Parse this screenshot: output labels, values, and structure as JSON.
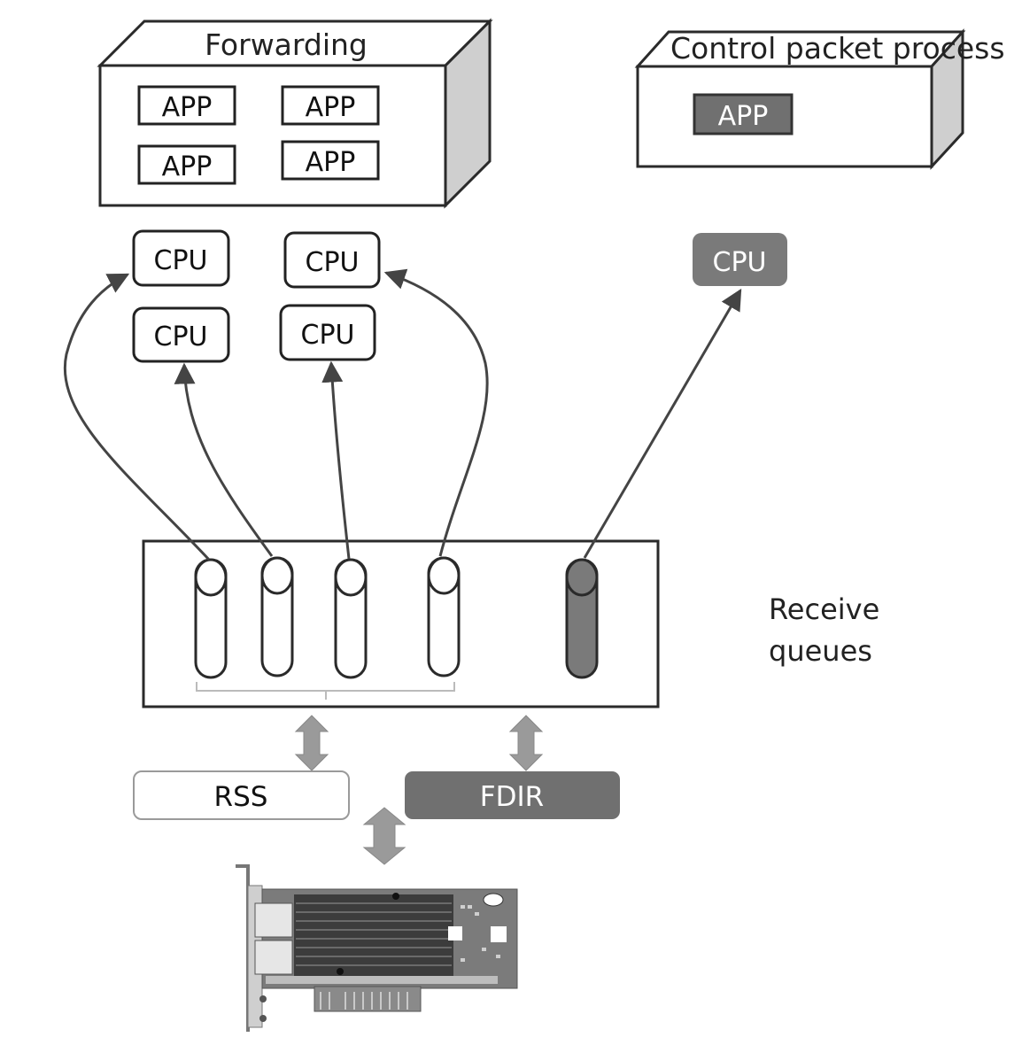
{
  "forwarding": {
    "title": "Forwarding",
    "apps": [
      "APP",
      "APP",
      "APP",
      "APP"
    ]
  },
  "control": {
    "title": "Control packet process",
    "app": "APP"
  },
  "cpus": {
    "forwarding": [
      "CPU",
      "CPU",
      "CPU",
      "CPU"
    ],
    "control": "CPU"
  },
  "queues": {
    "label_line1": "Receive",
    "label_line2": "queues",
    "count_white": 4,
    "count_dark": 1
  },
  "blocks": {
    "rss": "RSS",
    "fdir": "FDIR"
  },
  "colors": {
    "stroke": "#2a2a2a",
    "dark_fill": "#707070",
    "mid_fill": "#7a7a7a",
    "arrow_gray": "#9a9a9a",
    "side_face": "#cfcfcf"
  }
}
